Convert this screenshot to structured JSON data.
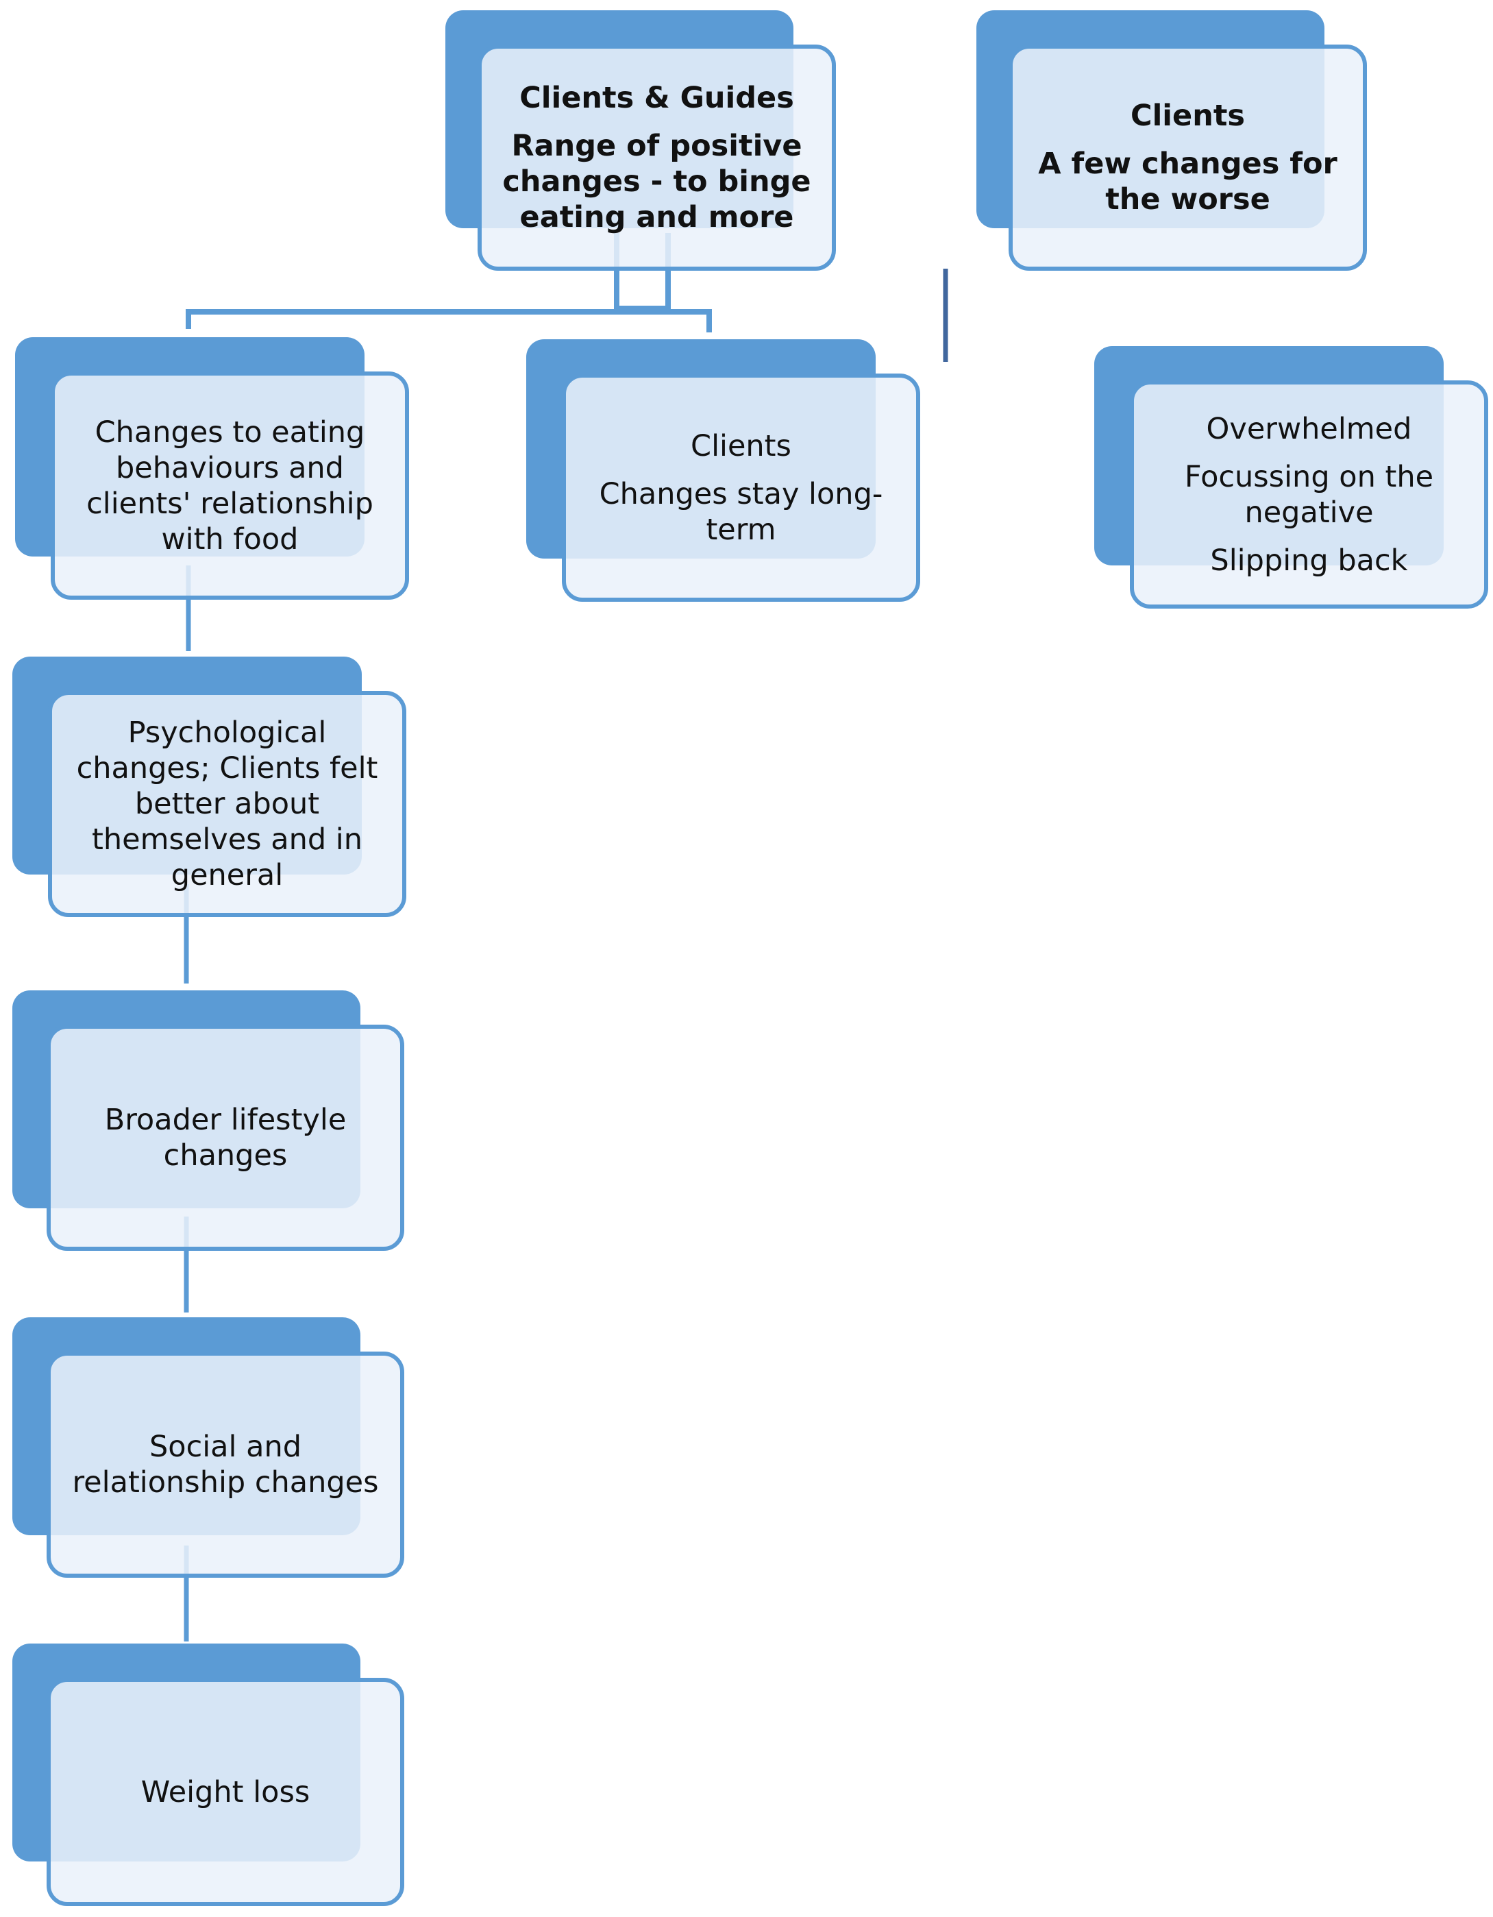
{
  "colors": {
    "accent": "#5b9bd5",
    "box_fill": "#eaf1fa",
    "connector": "#5b9bd5",
    "divider": "#41679e",
    "text": "#111111"
  },
  "nodes": {
    "top_center": {
      "line1": "Clients & Guides",
      "line2": "Range of positive changes - to binge eating and more"
    },
    "top_right": {
      "line1": "Clients",
      "line2": "A few changes for the worse"
    },
    "eating": {
      "line1": "Changes to eating behaviours and clients' relationship with food"
    },
    "long_term": {
      "line1": "Clients",
      "line2": "Changes stay long-term"
    },
    "negative": {
      "line1": "Overwhelmed",
      "line2": "Focussing on the negative",
      "line3": "Slipping back"
    },
    "psychological": {
      "line1": "Psychological changes; Clients felt better about themselves and in general"
    },
    "lifestyle": {
      "line1": "Broader lifestyle changes"
    },
    "social": {
      "line1": "Social and relationship changes"
    },
    "weight": {
      "line1": "Weight loss"
    }
  }
}
